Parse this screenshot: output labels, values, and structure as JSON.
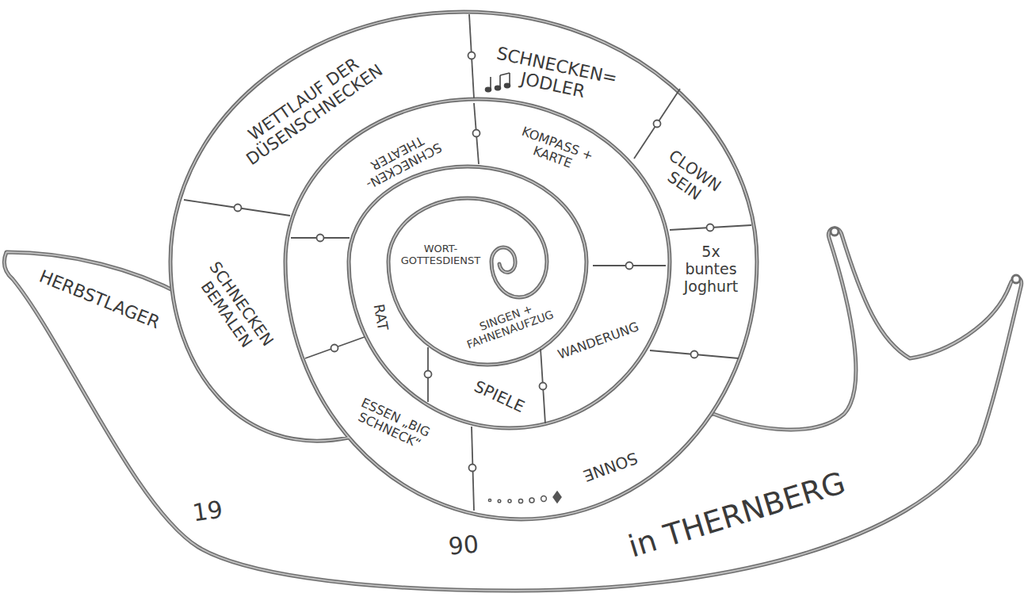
{
  "diagram": {
    "labels": [
      "HERBSTLAGER",
      "19",
      "90",
      "in THERNBERG",
      "WETTLAUF DER DÜSENSCHNECKEN",
      "SCHNECKEN= JODLER",
      "CLOWN SEIN",
      "5x buntes Joghurt",
      "SONNE",
      "ESSEN „BIG SCHNECK“",
      "SCHNECKEN BEMALEN",
      "SCHNECKEN-THEATER",
      "KOMPASS + KARTE",
      "WANDERUNG",
      "SPIELE",
      "RAT",
      "SINGEN + FAHNENAUFZUG",
      "WORT-GOTTESDIENST"
    ]
  }
}
